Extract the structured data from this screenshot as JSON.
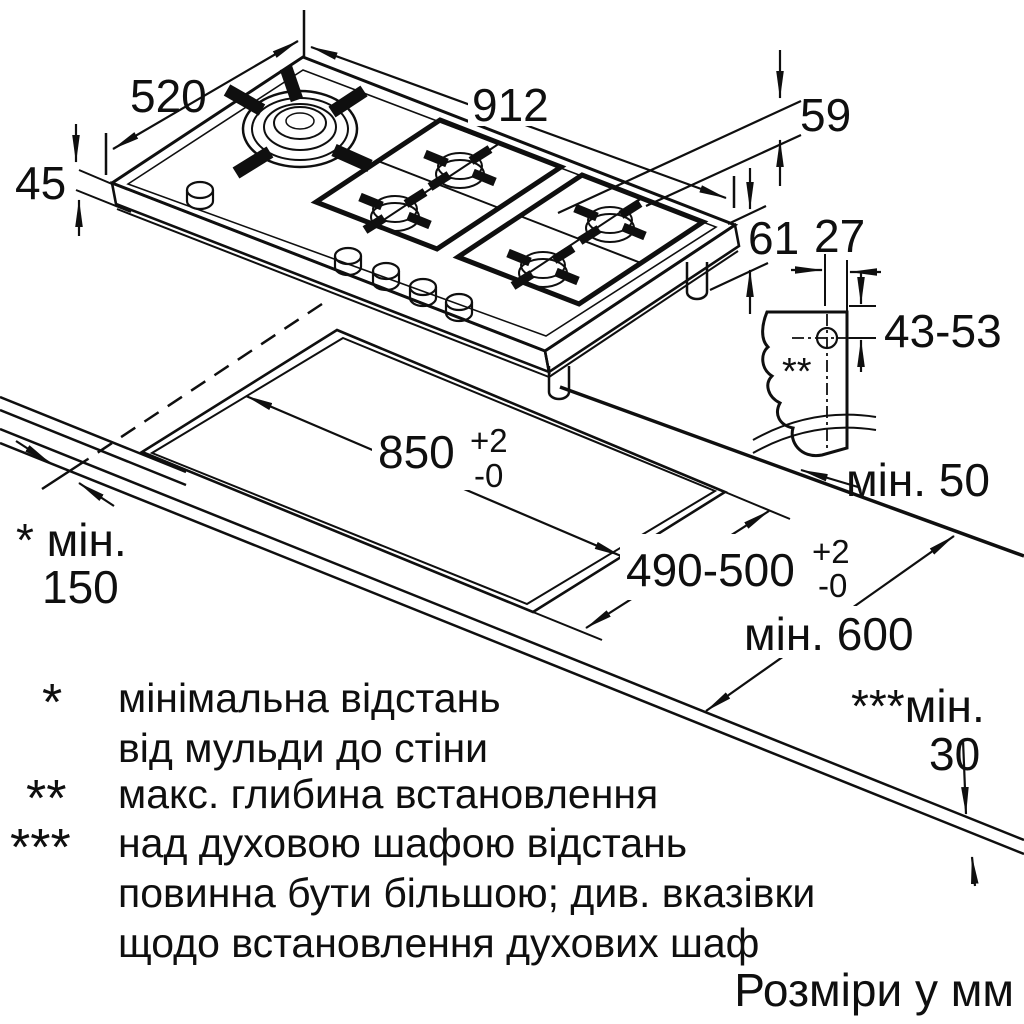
{
  "units_label": "Розміри у мм",
  "dims": {
    "hob_width": "520",
    "hob_length": "912",
    "edge_offset": "59",
    "hob_height": "45",
    "install_depth": "61",
    "hole_offset": "27",
    "hole_depth_range": "43-53",
    "min_back_clearance": "мін. 50",
    "cutout_length": "850",
    "cutout_length_tol_plus": "+2",
    "cutout_length_tol_minus": "-0",
    "cutout_width": "490-500",
    "cutout_width_tol_plus": "+2",
    "cutout_width_tol_minus": "-0",
    "min_worktop_depth": "мін. 600",
    "min_wall_label": "* мін.",
    "min_wall_value": "150",
    "min_oven_label": "***мін.",
    "min_oven_value": "30",
    "bracket_mark": "**"
  },
  "footnotes": {
    "star1": "*",
    "line1a": "мінімальна відстань",
    "line1b": "від мульди до стіни",
    "star2": "**",
    "line2": "макс. глибина встановлення",
    "star3": "***",
    "line3a": "над духовою шафою відстань",
    "line3b": "повинна бути більшою; див. вказівки",
    "line3c": "щодо встановлення духових шаф"
  }
}
